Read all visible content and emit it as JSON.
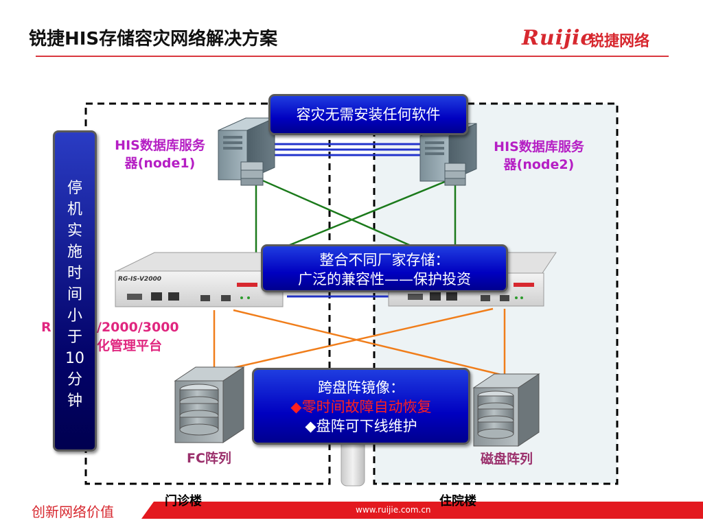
{
  "slide": {
    "title": "锐捷HIS存储容灾网络解决方案"
  },
  "logo": {
    "brand_en": "Ruijie",
    "brand_cn": "锐捷网络"
  },
  "servers": {
    "node1_line1": "HIS数据库服务",
    "node1_line2": "器(node1)",
    "node2_line1": "HIS数据库服务",
    "node2_line2": "器(node2)"
  },
  "storage": {
    "device_left_model": "RG-IS-V2000",
    "platform_line1_visible": "R",
    "platform_line1_rest": "/2000/3000",
    "platform_line2": "化管理平台"
  },
  "arrays": {
    "left_label": "FC阵列",
    "right_label": "磁盘阵列"
  },
  "callouts": {
    "top": "容灾无需安装任何软件",
    "middle_line1": "整合不同厂家存储：",
    "middle_line2": "广泛的兼容性——保护投资",
    "bottom_line1": "跨盘阵镜像：",
    "bottom_line2": "◆零时间故障自动恢复",
    "bottom_line3": "◆盘阵可下线维护"
  },
  "left_bar": {
    "chars": [
      "停",
      "机",
      "实",
      "施",
      "时",
      "间",
      "小",
      "于",
      "10",
      "分",
      "钟"
    ]
  },
  "buildings": {
    "left": "门诊楼",
    "right": "住院楼"
  },
  "footer": {
    "slogan": "创新网络价值",
    "url": "www.ruijie.com.cn"
  },
  "colors": {
    "brand_red": "#d7282f",
    "callout_blue": "#0000c0",
    "server_label": "#b51ec4",
    "link_green": "#1b7a1b",
    "link_orange": "#f07d1a"
  }
}
